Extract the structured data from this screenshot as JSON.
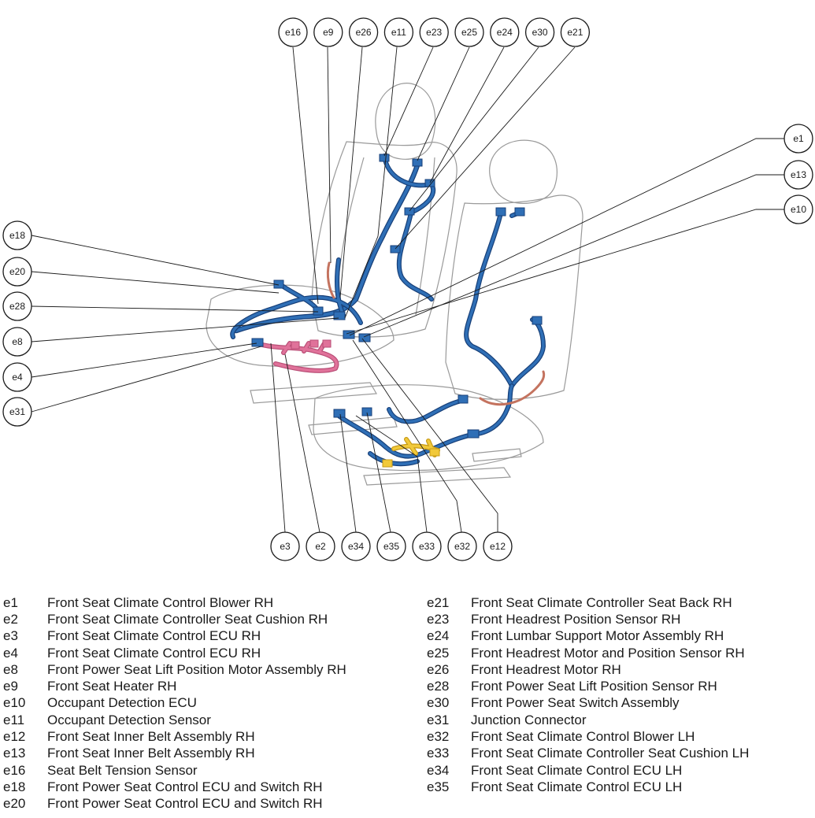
{
  "diagram": {
    "callouts": {
      "top": [
        "e16",
        "e9",
        "e26",
        "e11",
        "e23",
        "e25",
        "e24",
        "e30",
        "e21"
      ],
      "left": [
        "e18",
        "e20",
        "e28",
        "e8",
        "e4",
        "e31"
      ],
      "right": [
        "e1",
        "e13",
        "e10"
      ],
      "bottom": [
        "e3",
        "e2",
        "e34",
        "e35",
        "e33",
        "e32",
        "e12"
      ]
    },
    "colors": {
      "harness_blue": "#2f6fb6",
      "harness_dark": "#173f78",
      "connector_pink": "#e0729a",
      "connector_salmon": "#e39a85",
      "connector_yellow": "#f1c93a",
      "outline_gray": "#9a9a9a"
    }
  },
  "legend": {
    "left": [
      {
        "code": "e1",
        "label": "Front Seat Climate Control Blower RH"
      },
      {
        "code": "e2",
        "label": "Front Seat Climate Controller Seat Cushion RH"
      },
      {
        "code": "e3",
        "label": "Front Seat Climate Control ECU RH"
      },
      {
        "code": "e4",
        "label": "Front Seat Climate Control ECU RH"
      },
      {
        "code": "e8",
        "label": "Front Power Seat Lift Position Motor Assembly RH"
      },
      {
        "code": "e9",
        "label": "Front Seat Heater RH"
      },
      {
        "code": "e10",
        "label": "Occupant Detection ECU"
      },
      {
        "code": "e11",
        "label": "Occupant Detection Sensor"
      },
      {
        "code": "e12",
        "label": "Front Seat Inner Belt Assembly RH"
      },
      {
        "code": "e13",
        "label": "Front Seat Inner Belt Assembly RH"
      },
      {
        "code": "e16",
        "label": "Seat Belt Tension Sensor"
      },
      {
        "code": "e18",
        "label": "Front Power Seat Control ECU and Switch RH"
      },
      {
        "code": "e20",
        "label": "Front Power Seat Control ECU and Switch RH"
      }
    ],
    "right": [
      {
        "code": "e21",
        "label": "Front Seat Climate Controller Seat Back RH"
      },
      {
        "code": "e23",
        "label": "Front Headrest Position Sensor RH"
      },
      {
        "code": "e24",
        "label": "Front Lumbar Support Motor Assembly RH"
      },
      {
        "code": "e25",
        "label": "Front Headrest Motor and Position Sensor RH"
      },
      {
        "code": "e26",
        "label": "Front Headrest Motor RH"
      },
      {
        "code": "e28",
        "label": "Front Power Seat Lift Position Sensor RH"
      },
      {
        "code": "e30",
        "label": "Front Power Seat Switch Assembly"
      },
      {
        "code": "e31",
        "label": "Junction Connector"
      },
      {
        "code": "e32",
        "label": "Front Seat Climate Control Blower LH"
      },
      {
        "code": "e33",
        "label": "Front Seat Climate Controller Seat Cushion LH"
      },
      {
        "code": "e34",
        "label": "Front Seat Climate Control ECU LH"
      },
      {
        "code": "e35",
        "label": "Front Seat Climate Control ECU LH"
      }
    ]
  }
}
